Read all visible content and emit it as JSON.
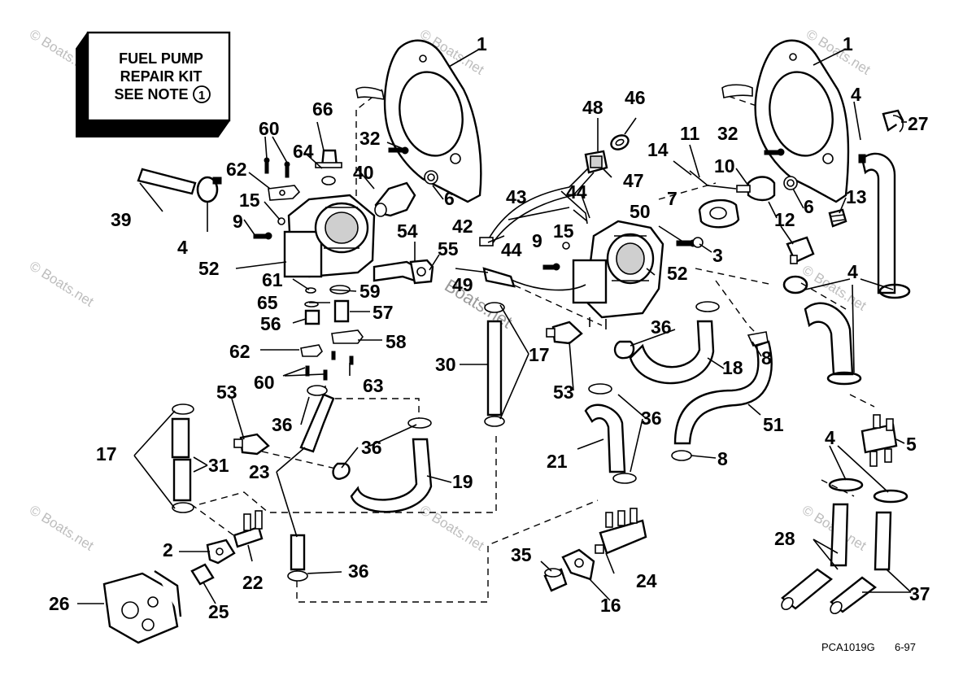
{
  "kit_box": {
    "lines": [
      "FUEL PUMP",
      "REPAIR KIT",
      "SEE NOTE"
    ],
    "note_marker": "1"
  },
  "reference": {
    "code": "PCA1019G",
    "date": "6-97"
  },
  "watermark": "© Boats.net",
  "center_watermark": "Boats.net",
  "callouts": {
    "c1a": "1",
    "c1b": "1",
    "c2": "2",
    "c3": "3",
    "c4a": "4",
    "c4b": "4",
    "c4c": "4",
    "c4d": "4",
    "c5": "5",
    "c6a": "6",
    "c6b": "6",
    "c7": "7",
    "c8a": "8",
    "c8b": "8",
    "c9a": "9",
    "c9b": "9",
    "c10": "10",
    "c11": "11",
    "c12": "12",
    "c13": "13",
    "c14": "14",
    "c15a": "15",
    "c15b": "15",
    "c16": "16",
    "c17a": "17",
    "c17b": "17",
    "c18": "18",
    "c19": "19",
    "c21": "21",
    "c22": "22",
    "c23": "23",
    "c24": "24",
    "c25": "25",
    "c26": "26",
    "c27": "27",
    "c28": "28",
    "c30": "30",
    "c31": "31",
    "c32a": "32",
    "c32b": "32",
    "c35": "35",
    "c36a": "36",
    "c36b": "36",
    "c36c": "36",
    "c36d": "36",
    "c36e": "36",
    "c37": "37",
    "c39": "39",
    "c40": "40",
    "c42": "42",
    "c43": "43",
    "c44a": "44",
    "c44b": "44",
    "c46": "46",
    "c47": "47",
    "c48": "48",
    "c49": "49",
    "c50": "50",
    "c51": "51",
    "c52a": "52",
    "c52b": "52",
    "c53a": "53",
    "c53b": "53",
    "c54": "54",
    "c55": "55",
    "c56": "56",
    "c57": "57",
    "c58": "58",
    "c59": "59",
    "c60a": "60",
    "c60b": "60",
    "c61": "61",
    "c62a": "62",
    "c62b": "62",
    "c63": "63",
    "c64": "64",
    "c65": "65",
    "c66": "66"
  }
}
